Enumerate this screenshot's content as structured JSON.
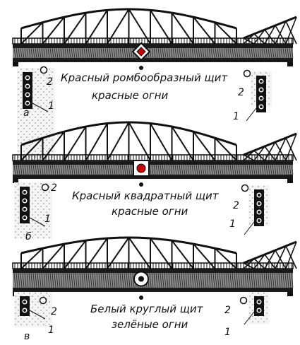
{
  "panels": [
    {
      "letter": "а",
      "shield": "Красный ромбообразный щит",
      "lights": "красные огни",
      "shield_shape": "diamond",
      "signal_color": "#cc0000",
      "left_label_top": "2",
      "left_label_bottom": "1",
      "right_label_top": "2",
      "right_label_bottom": "1"
    },
    {
      "letter": "б",
      "shield": "Красный квадратный щит",
      "lights": "красные огни",
      "shield_shape": "square",
      "signal_color": "#cc0000",
      "left_label_top": "2",
      "left_label_bottom": "1",
      "right_label_top": "2",
      "right_label_bottom": "1"
    },
    {
      "letter": "в",
      "shield": "Белый круглый щит",
      "lights": "зелёные огни",
      "shield_shape": "circle",
      "signal_color": "#2e8b3a",
      "left_label_top": "2",
      "left_label_bottom": "1",
      "right_label_top": "2",
      "right_label_bottom": "1"
    }
  ]
}
